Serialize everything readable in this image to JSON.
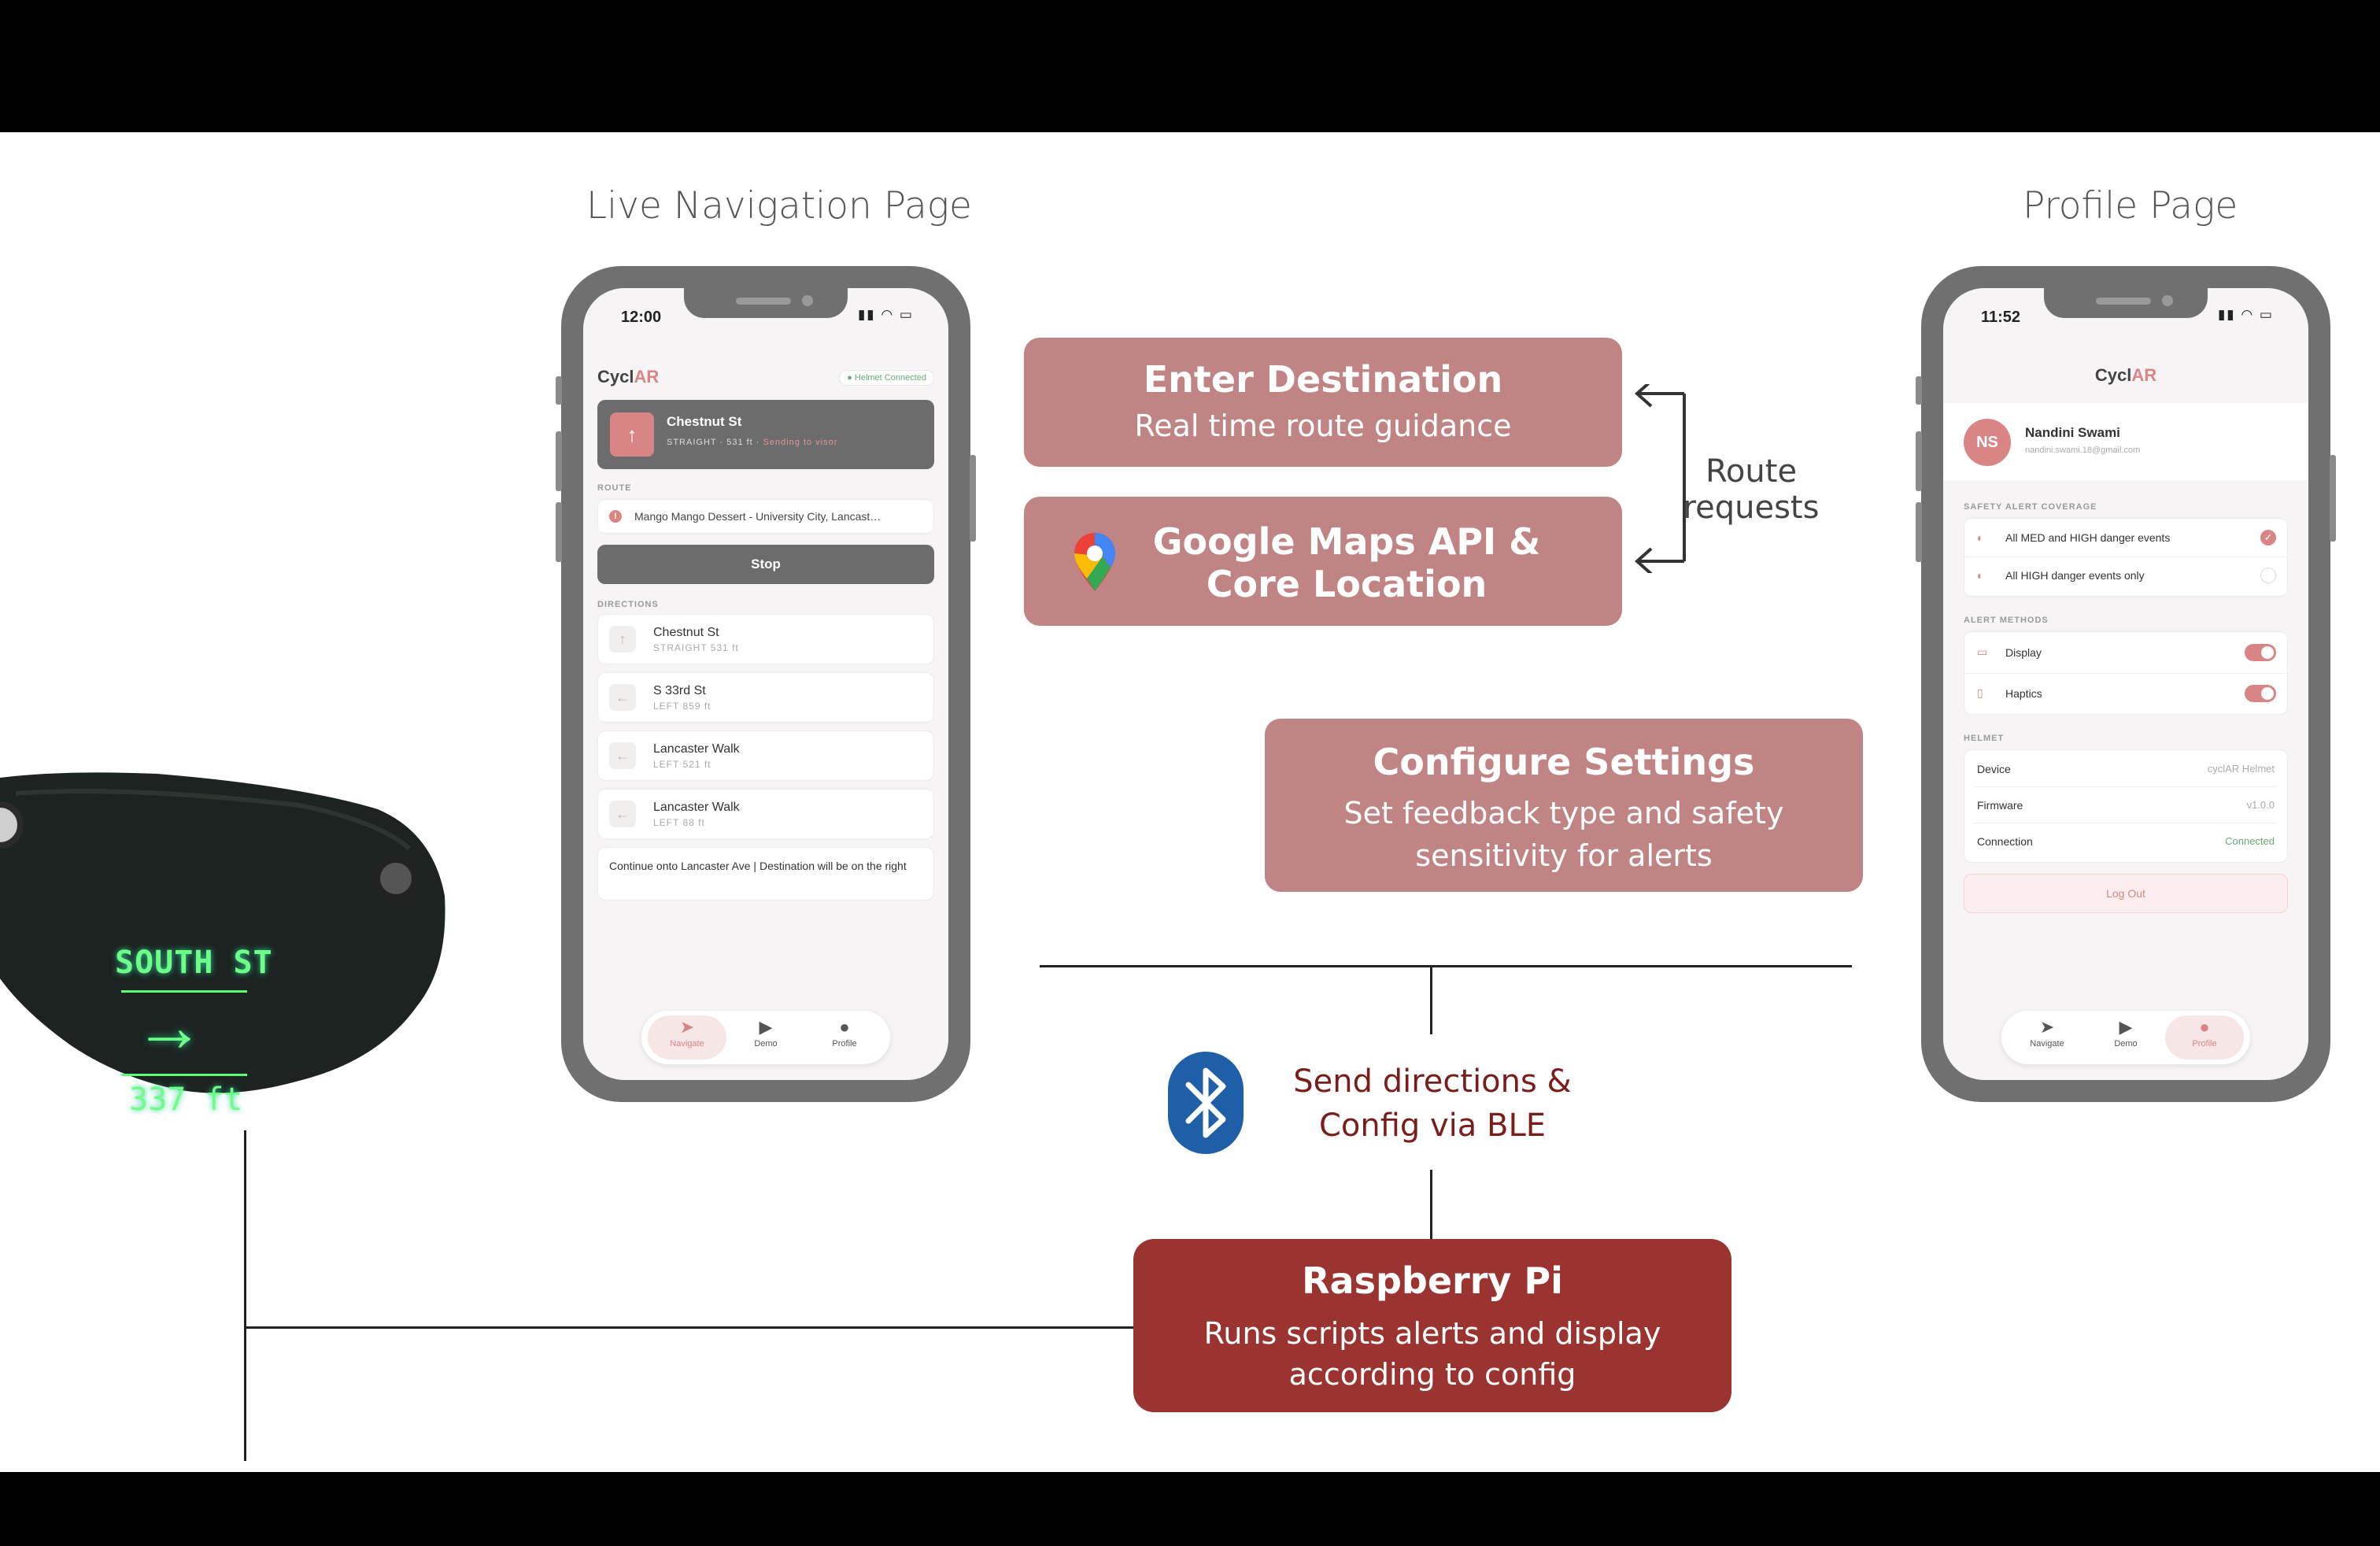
{
  "labels": {
    "nav_page": "Live Navigation Page",
    "profile_page": "Profile Page"
  },
  "helmet_display": {
    "street": "SOUTH ST",
    "arrow": "→",
    "distance": "337 ft"
  },
  "nav_phone": {
    "time": "12:00",
    "app_name_prefix": "Cycl",
    "app_name_suffix": "AR",
    "helmet_status": "Helmet Connected",
    "current": {
      "street": "Chestnut St",
      "direction": "STRAIGHT",
      "distance": "531 ft",
      "status": "Sending to visor"
    },
    "route_label": "ROUTE",
    "route_destination": "Mango Mango Dessert - University City, Lancast…",
    "stop_button": "Stop",
    "directions_label": "DIRECTIONS",
    "directions": [
      {
        "street": "Chestnut St",
        "turn": "STRAIGHT",
        "distance": "531 ft",
        "icon": "↑"
      },
      {
        "street": "S 33rd St",
        "turn": "LEFT",
        "distance": "859 ft",
        "icon": "←"
      },
      {
        "street": "Lancaster Walk",
        "turn": "LEFT",
        "distance": "521 ft",
        "icon": "←"
      },
      {
        "street": "Lancaster Walk",
        "turn": "LEFT",
        "distance": "88 ft",
        "icon": "←"
      }
    ],
    "final_instruction": "Continue onto Lancaster Ave | Destination will be on the right",
    "tabs": [
      "Navigate",
      "Demo",
      "Profile"
    ]
  },
  "profile_phone": {
    "time": "11:52",
    "app_name_prefix": "Cycl",
    "app_name_suffix": "AR",
    "initials": "NS",
    "user_name": "Nandini Swami",
    "email": "nandini.swami.18@gmail.com",
    "safety_label": "SAFETY ALERT COVERAGE",
    "safety_options": [
      "All MED and HIGH danger events",
      "All HIGH danger events only"
    ],
    "alert_label": "ALERT METHODS",
    "alert_methods": [
      "Display",
      "Haptics"
    ],
    "helmet_label": "HELMET",
    "helmet_rows": [
      {
        "key": "Device",
        "value": "cyclAR Helmet"
      },
      {
        "key": "Firmware",
        "value": "v1.0.0"
      },
      {
        "key": "Connection",
        "value": "Connected"
      }
    ],
    "logout": "Log Out",
    "tabs": [
      "Navigate",
      "Demo",
      "Profile"
    ]
  },
  "boxes": {
    "enter_title": "Enter Destination",
    "enter_sub": "Real time route guidance",
    "maps_title_1": "Google Maps API &",
    "maps_title_2": "Core Location",
    "route_requests_1": "Route",
    "route_requests_2": "requests",
    "config_title": "Configure Settings",
    "config_sub_1": "Set feedback type and safety",
    "config_sub_2": "sensitivity for alerts",
    "ble_1": "Send directions &",
    "ble_2": "Config via BLE",
    "pi_title": "Raspberry Pi",
    "pi_sub_1": "Runs scripts alerts and display",
    "pi_sub_2": "according to config"
  },
  "colors": {
    "rose": "#c08484",
    "dark_red": "#9b3431",
    "accent": "#d98585",
    "bluetooth": "#1f5fa8",
    "visor_green": "#5dff7a"
  }
}
